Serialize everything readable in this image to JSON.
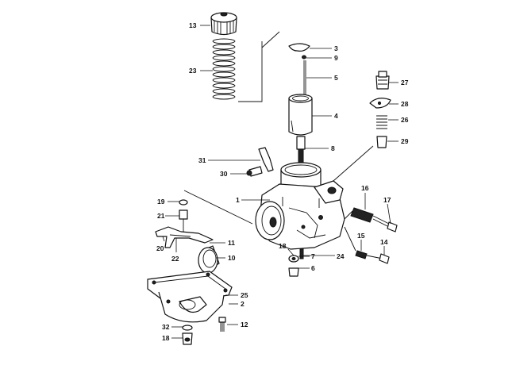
{
  "diagram": {
    "labels": {
      "l13": "13",
      "l23": "23",
      "l3": "3",
      "l9": "9",
      "l5": "5",
      "l4": "4",
      "l8": "8",
      "l27": "27",
      "l28": "28",
      "l26": "26",
      "l29": "29",
      "l31": "31",
      "l30": "30",
      "l1": "1",
      "l16": "16",
      "l17": "17",
      "l19": "19",
      "l21": "21",
      "l20": "20",
      "l22": "22",
      "l11": "11",
      "l10": "10",
      "l18a": "18",
      "l7": "7",
      "l24": "24",
      "l6": "6",
      "l15": "15",
      "l14": "14",
      "l25": "25",
      "l2": "2",
      "l12": "12",
      "l32": "32",
      "l18b": "18"
    }
  }
}
